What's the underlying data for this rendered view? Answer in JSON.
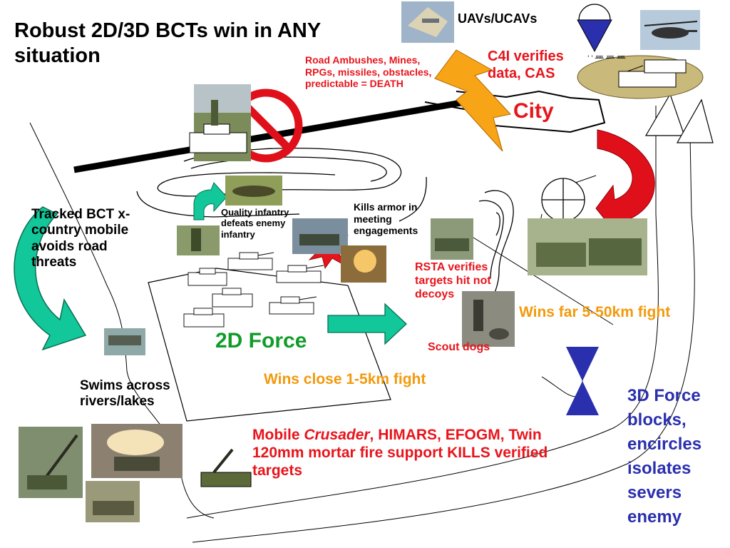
{
  "title": "Robust 2D/3D BCTs win in ANY situation",
  "labels": {
    "uavs": "UAVs/UCAVs",
    "road_threats": "Road Ambushes, Mines, RPGs, missiles, obstacles, predictable = DEATH",
    "c4i": "C4I verifies data, CAS",
    "city": "City",
    "tracked_bct": "Tracked BCT x-country mobile avoids road threats",
    "quality_infantry": "Quality infantry defeats enemy infantry",
    "kills_armor": "Kills armor in meeting engagements",
    "rsta": "RSTA verifies targets hit not decoys",
    "wins_far": "Wins far 5-50km fight",
    "force_2d": "2D Force",
    "scout_dogs": "Scout dogs",
    "swims": "Swims across rivers/lakes",
    "wins_close": "Wins close 1-5km fight",
    "fire_support_prefix": "Mobile ",
    "fire_support_italic": "Crusader",
    "fire_support_rest": ", HIMARS, EFOGM, Twin 120mm mortar fire support KILLS verified targets",
    "force_3d": "3D Force blocks, encircles isolates severs enemy"
  },
  "colors": {
    "red": "#e8141b",
    "orange": "#f29a0d",
    "green": "#119c2a",
    "blue": "#2a2fae",
    "teal_arrow": "#12c79a",
    "lightning": "#f7a417"
  }
}
